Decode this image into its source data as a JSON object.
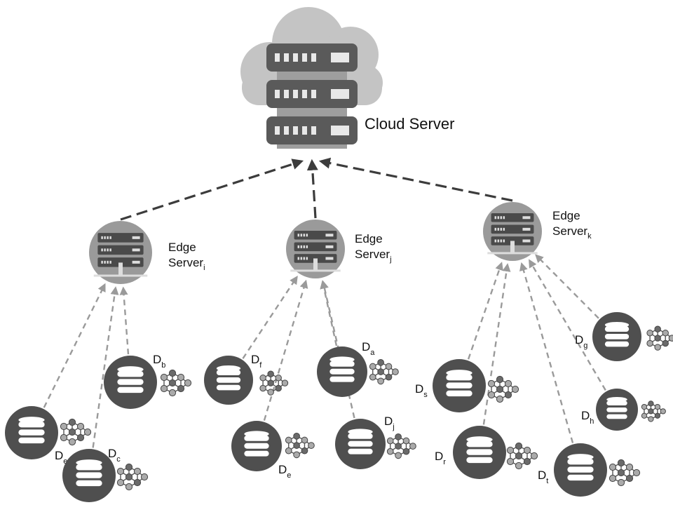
{
  "cloud": {
    "label": "Cloud Server",
    "icon": "cloud-server-icon"
  },
  "edge_servers": [
    {
      "id": "i",
      "line1": "Edge",
      "line2": "Server",
      "subscript": "i",
      "icon": "edge-server-icon"
    },
    {
      "id": "j",
      "line1": "Edge",
      "line2": "Server",
      "subscript": "j",
      "icon": "edge-server-icon"
    },
    {
      "id": "k",
      "line1": "Edge",
      "line2": "Server",
      "subscript": "k",
      "icon": "edge-server-icon"
    }
  ],
  "devices": [
    {
      "id": "e1",
      "edge": "i",
      "base": "D",
      "sub": "e",
      "icon": "database-icon",
      "model_icon": "neural-network-icon"
    },
    {
      "id": "b",
      "edge": "i",
      "base": "D",
      "sub": "b",
      "icon": "database-icon",
      "model_icon": "neural-network-icon"
    },
    {
      "id": "c",
      "edge": "i",
      "base": "D",
      "sub": "c",
      "icon": "database-icon",
      "model_icon": "neural-network-icon"
    },
    {
      "id": "f",
      "edge": "j",
      "base": "D",
      "sub": "f",
      "icon": "database-icon",
      "model_icon": "neural-network-icon"
    },
    {
      "id": "a",
      "edge": "j",
      "base": "D",
      "sub": "a",
      "icon": "database-icon",
      "model_icon": "neural-network-icon"
    },
    {
      "id": "e2",
      "edge": "j",
      "base": "D",
      "sub": "e",
      "icon": "database-icon",
      "model_icon": "neural-network-icon"
    },
    {
      "id": "j",
      "edge": "j",
      "base": "D",
      "sub": "j",
      "icon": "database-icon",
      "model_icon": "neural-network-icon"
    },
    {
      "id": "s",
      "edge": "k",
      "base": "D",
      "sub": "s",
      "icon": "database-icon",
      "model_icon": "neural-network-icon"
    },
    {
      "id": "g",
      "edge": "k",
      "base": "D",
      "sub": "g",
      "icon": "database-icon",
      "model_icon": "neural-network-icon"
    },
    {
      "id": "h",
      "edge": "k",
      "base": "D",
      "sub": "h",
      "icon": "database-icon",
      "model_icon": "neural-network-icon"
    },
    {
      "id": "r",
      "edge": "k",
      "base": "D",
      "sub": "r",
      "icon": "database-icon",
      "model_icon": "neural-network-icon"
    },
    {
      "id": "t",
      "edge": "k",
      "base": "D",
      "sub": "t",
      "icon": "database-icon",
      "model_icon": "neural-network-icon"
    }
  ],
  "colors": {
    "cloud": "#c4c4c4",
    "rack": "#5a5a5a",
    "rack_slot": "#e8e8e8",
    "edge_disc": "#9a9a9a",
    "edge_rack": "#4a4a4a",
    "device_ring": "#4f4f4f",
    "device_fill": "#ffffff",
    "edge_to_cloud_line": "#3c3c3c",
    "device_to_edge_line": "#9a9a9a",
    "nn_node_dark": "#6a6a6a",
    "nn_node_light": "#aaaaaa"
  }
}
